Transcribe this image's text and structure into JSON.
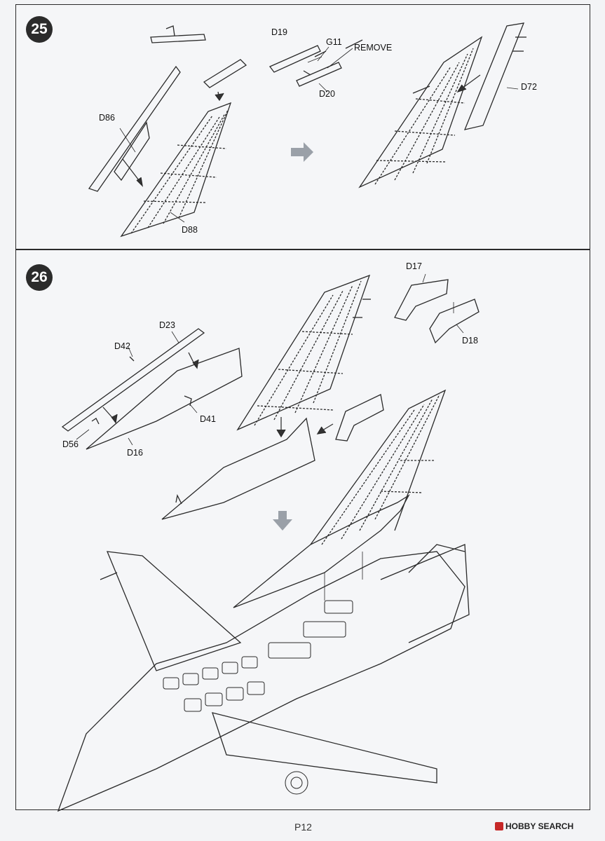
{
  "steps": {
    "s25": {
      "number": "25",
      "labels": {
        "d86": "D86",
        "d88": "D88",
        "d19": "D19",
        "g11": "G11",
        "remove": "REMOVE",
        "d20": "D20",
        "d72": "D72"
      }
    },
    "s26": {
      "number": "26",
      "labels": {
        "d17": "D17",
        "d18": "D18",
        "d23": "D23",
        "d42": "D42",
        "d41": "D41",
        "d56": "D56",
        "d16": "D16"
      }
    }
  },
  "footer": {
    "page": "P12",
    "brand": "HOBBY SEARCH"
  },
  "colors": {
    "line": "#2a2a2a",
    "arrow": "#9aa0a8",
    "brand": "#c62828"
  }
}
